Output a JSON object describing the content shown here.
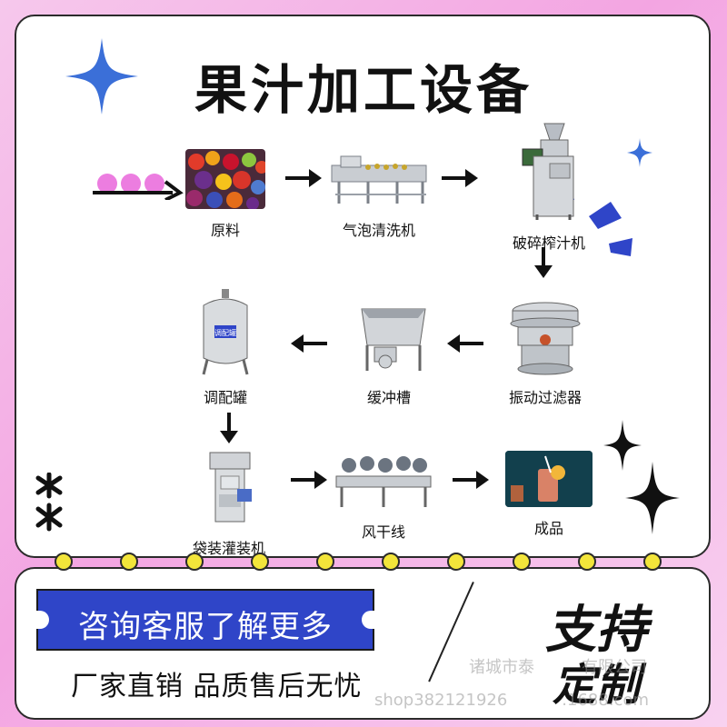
{
  "title": "果汁加工设备",
  "steps": [
    {
      "label": "原料",
      "icon": "fruit-photo"
    },
    {
      "label": "气泡清洗机",
      "icon": "bubble-washer"
    },
    {
      "label": "破碎榨汁机",
      "icon": "crusher-juicer"
    },
    {
      "label": "振动过滤器",
      "icon": "vibrating-filter"
    },
    {
      "label": "缓冲槽",
      "icon": "buffer-tank"
    },
    {
      "label": "调配罐",
      "icon": "blending-tank"
    },
    {
      "label": "袋装灌装机",
      "icon": "bag-filling-machine"
    },
    {
      "label": "风干线",
      "icon": "air-drying-line"
    },
    {
      "label": "成品",
      "icon": "juice-product-photo"
    }
  ],
  "blend_tank_plate": "调配罐",
  "cta": "咨询客服了解更多",
  "slogan": "厂家直销  品质售后无忧",
  "custom_line1": "支持",
  "custom_line2": "定制",
  "watermark_line1": "诸城市泰",
  "watermark_line2": "有限公司",
  "watermark_line3": "shop382121926",
  "watermark_line4": ".1688.com",
  "colors": {
    "accent_blue": "#2f45c8",
    "bg_pink": "#f3a5e2",
    "dot_yellow": "#f3e53a",
    "start_pink": "#ec7de0"
  }
}
